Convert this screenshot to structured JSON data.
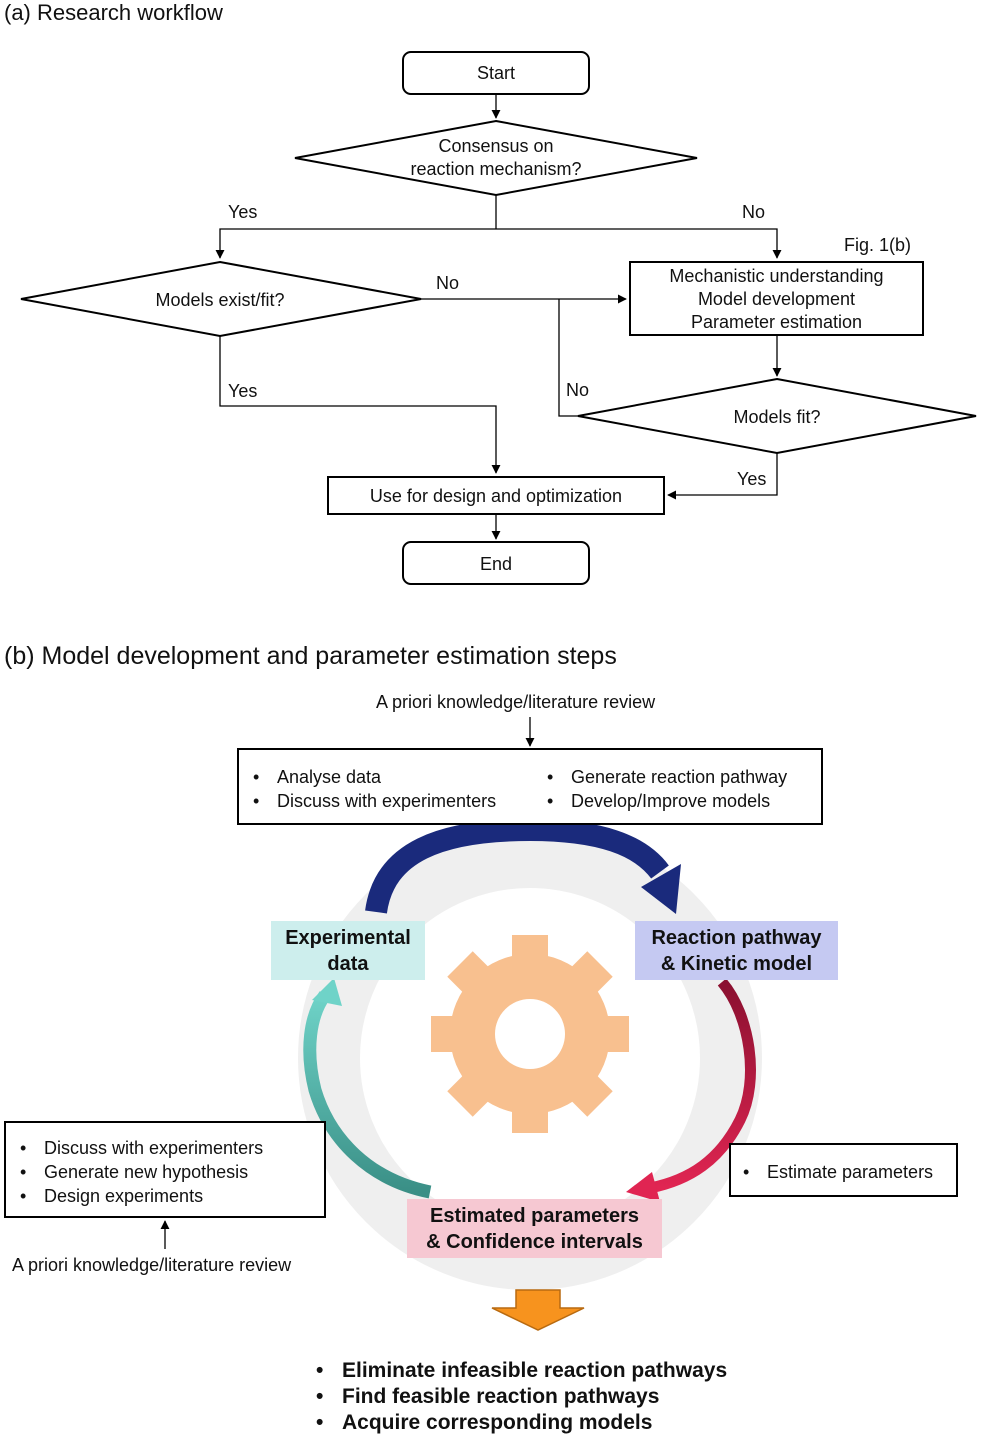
{
  "workflow": {
    "title": "(a) Research workflow",
    "start": "Start",
    "consensus": [
      "Consensus on",
      "reaction mechanism?"
    ],
    "yes_left": "Yes",
    "no_right": "No",
    "fig_ref": "Fig. 1(b)",
    "models_exist": "Models exist/fit?",
    "no_middle": "No",
    "mechanistic": [
      "Mechanistic understanding",
      "Model development",
      "Parameter estimation"
    ],
    "yes_lower": "Yes",
    "no_loop": "No",
    "models_fit": "Models fit?",
    "yes_right": "Yes",
    "use_design": "Use for design and optimization",
    "end": "End"
  },
  "steps": {
    "title": "(b) Model development and parameter estimation steps",
    "apriori_top": "A priori knowledge/literature review",
    "top_box_left": [
      "Analyse data",
      "Discuss with experimenters"
    ],
    "top_box_right": [
      "Generate reaction pathway",
      "Develop/Improve models"
    ],
    "experimental": [
      "Experimental",
      "data"
    ],
    "reaction": [
      "Reaction pathway",
      "& Kinetic model"
    ],
    "left_box": [
      "Discuss with experimenters",
      "Generate new hypothesis",
      "Design experiments"
    ],
    "right_box": [
      "Estimate parameters"
    ],
    "estimated": [
      "Estimated parameters",
      "& Confidence intervals"
    ],
    "apriori_bottom": "A priori knowledge/literature review",
    "outcomes": [
      "Eliminate infeasible reaction pathways",
      "Find feasible reaction pathways",
      "Acquire corresponding models"
    ]
  },
  "colors": {
    "experimental_bg": "#cdeeed",
    "reaction_bg": "#c5c9f2",
    "estimated_bg": "#f6c8d2",
    "gear": "#f8c08f",
    "arrow_navy": "#1a2a7c",
    "arrow_crimson": "#c0173c",
    "arrow_teal": "#4bb3a8",
    "outcome_arrow": "#f7931e"
  },
  "icons": {
    "gear": "gear-icon",
    "outcome_arrow": "down-arrow-icon"
  }
}
